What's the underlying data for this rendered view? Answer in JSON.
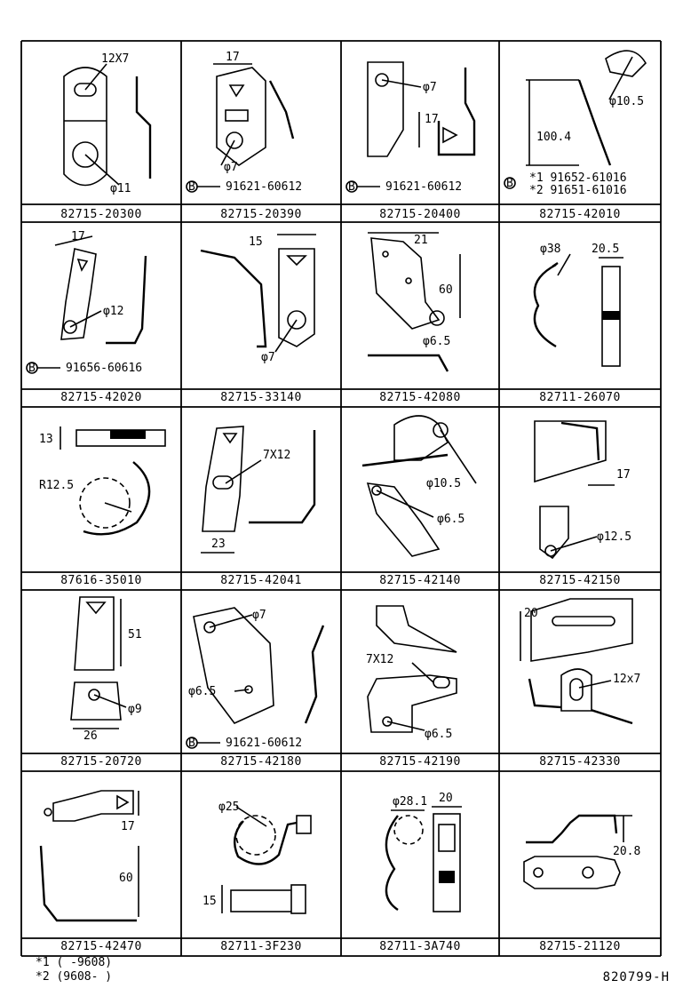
{
  "cells": [
    {
      "part_number": "82715-20300",
      "labels": [
        "12X7",
        "φ11"
      ]
    },
    {
      "part_number": "82715-20390",
      "labels": [
        "17",
        "φ7",
        "91621-60612"
      ],
      "bolt_marker": "B"
    },
    {
      "part_number": "82715-20400",
      "labels": [
        "φ7",
        "17",
        "91621-60612"
      ],
      "bolt_marker": "B"
    },
    {
      "part_number": "82715-42010",
      "labels": [
        "φ10.5",
        "100.4",
        "*1  91652-61016",
        "*2  91651-61016"
      ],
      "bolt_marker": "B"
    },
    {
      "part_number": "82715-42020",
      "labels": [
        "17",
        "φ12",
        "91656-60616"
      ],
      "bolt_marker": "B"
    },
    {
      "part_number": "82715-33140",
      "labels": [
        "15",
        "φ7"
      ]
    },
    {
      "part_number": "82715-42080",
      "labels": [
        "21",
        "60",
        "φ6.5"
      ]
    },
    {
      "part_number": "82711-26070",
      "labels": [
        "φ38",
        "20.5"
      ]
    },
    {
      "part_number": "87616-35010",
      "labels": [
        "13",
        "R12.5"
      ]
    },
    {
      "part_number": "82715-42041",
      "labels": [
        "7X12",
        "23"
      ]
    },
    {
      "part_number": "82715-42140",
      "labels": [
        "φ10.5",
        "φ6.5"
      ]
    },
    {
      "part_number": "82715-42150",
      "labels": [
        "17",
        "φ12.5"
      ]
    },
    {
      "part_number": "82715-20720",
      "labels": [
        "51",
        "φ9",
        "26"
      ]
    },
    {
      "part_number": "82715-42180",
      "labels": [
        "φ7",
        "φ6.5",
        "91621-60612"
      ],
      "bolt_marker": "B"
    },
    {
      "part_number": "82715-42190",
      "labels": [
        "7X12",
        "φ6.5"
      ]
    },
    {
      "part_number": "82715-42330",
      "labels": [
        "20",
        "12x7"
      ]
    },
    {
      "part_number": "82715-42470",
      "labels": [
        "17",
        "60"
      ]
    },
    {
      "part_number": "82711-3F230",
      "labels": [
        "φ25",
        "15"
      ]
    },
    {
      "part_number": "82711-3A740",
      "labels": [
        "φ28.1",
        "20"
      ]
    },
    {
      "part_number": "82715-21120",
      "labels": [
        "20.8"
      ]
    }
  ],
  "notes": [
    {
      "mark": "*1",
      "range": "(     -9608)"
    },
    {
      "mark": "*2",
      "range": "(9608-     )"
    }
  ],
  "document_id": "820799-H"
}
